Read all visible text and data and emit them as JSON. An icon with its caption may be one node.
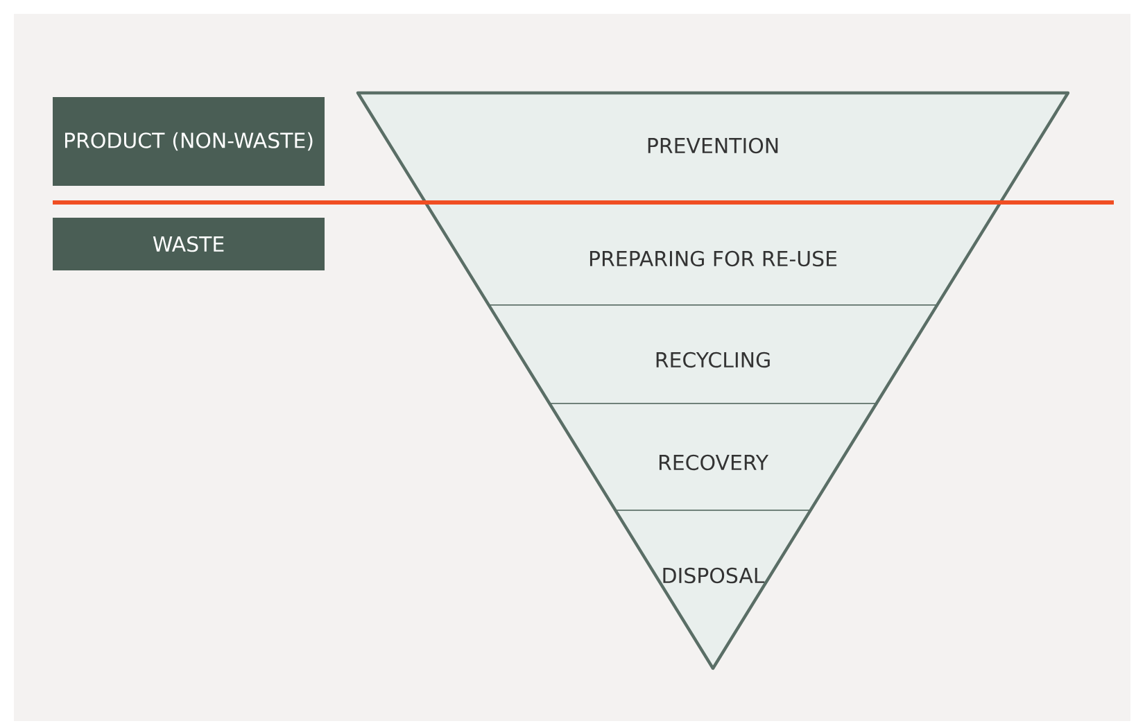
{
  "diagram": {
    "nodes": [
      {
        "text": [
          "PRODUCT (NON-WASTE)"
        ]
      },
      {
        "text": [
          "WASTE"
        ]
      },
      {
        "text": [
          "PREVENTION"
        ]
      },
      {
        "text": [
          "PREPARING FOR RE-USE"
        ]
      },
      {
        "text": [
          "RECYCLING"
        ]
      },
      {
        "text": [
          "RECOVERY"
        ]
      },
      {
        "text": [
          "DISPOSAL"
        ]
      }
    ]
  }
}
